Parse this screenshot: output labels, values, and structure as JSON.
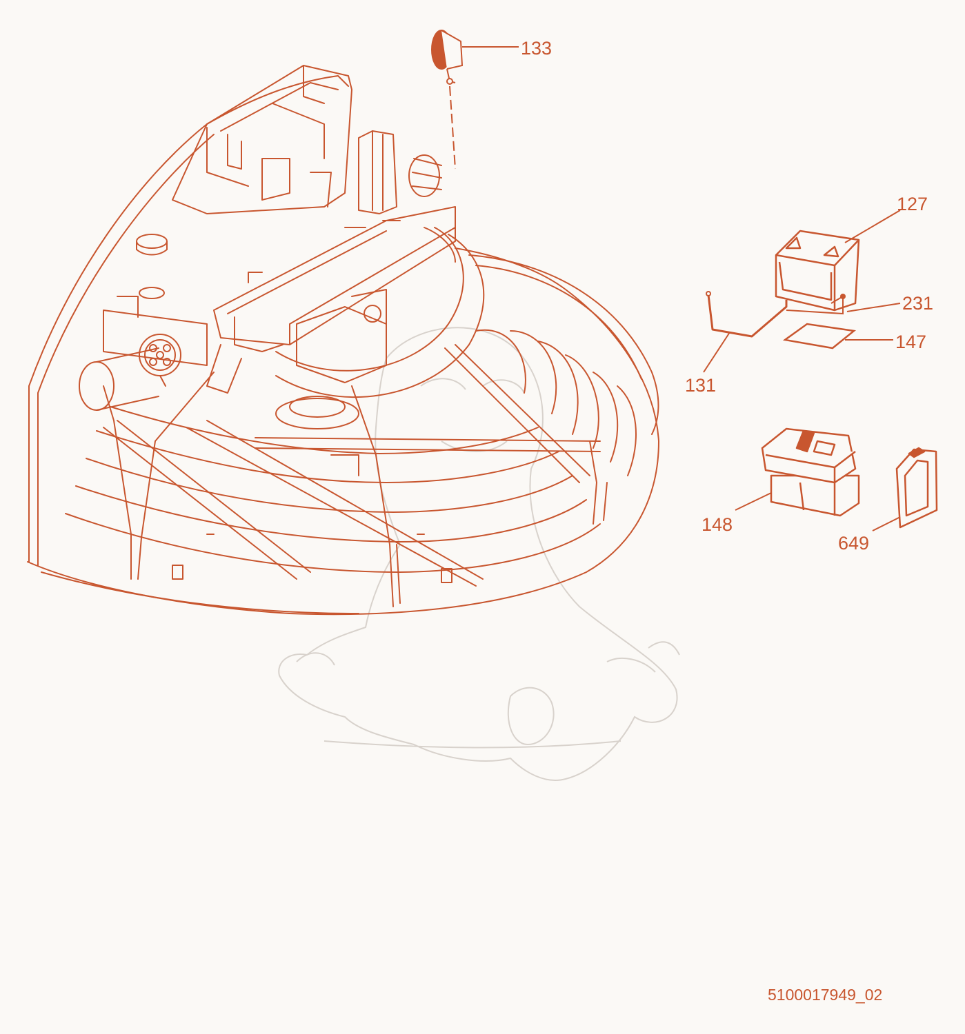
{
  "colors": {
    "line": "#c8562f",
    "fill_light": "#fbf9f6",
    "watermark": "#d8d2cc",
    "background": "#fbf9f6"
  },
  "callouts": {
    "c133": "133",
    "c127": "127",
    "c231": "231",
    "c147": "147",
    "c131": "131",
    "c148": "148",
    "c649": "649"
  },
  "document_number": "5100017949_02"
}
